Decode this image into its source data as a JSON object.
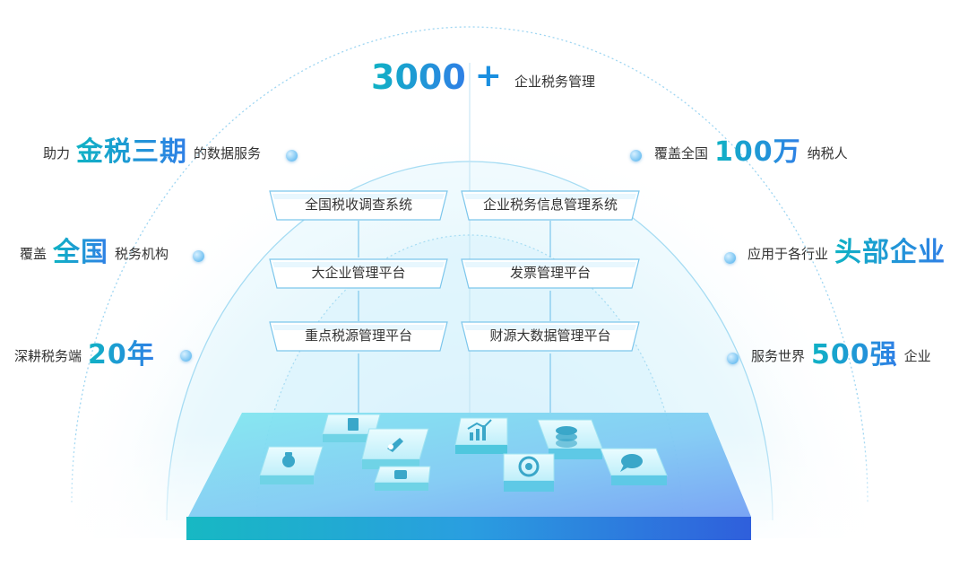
{
  "top_stat": {
    "value": "3000",
    "plus": "+",
    "label": "企业税务管理"
  },
  "left_stats": [
    {
      "prefix": "助力",
      "highlight": "金税三期",
      "suffix": "的数据服务"
    },
    {
      "prefix": "覆盖",
      "highlight": "全国",
      "suffix": "税务机构"
    },
    {
      "prefix": "深耕税务端",
      "highlight": "20年",
      "suffix": ""
    }
  ],
  "right_stats": [
    {
      "prefix": "覆盖全国",
      "highlight": "100万",
      "suffix": "纳税人"
    },
    {
      "prefix": "应用于各行业",
      "highlight": "头部企业",
      "suffix": ""
    },
    {
      "prefix": "服务世界",
      "highlight": "500强",
      "suffix": "企业"
    }
  ],
  "systems_left": [
    "全国税收调查系统",
    "大企业管理平台",
    "重点税源管理平台"
  ],
  "systems_right": [
    "企业税务信息管理系统",
    "发票管理平台",
    "财源大数据管理平台"
  ],
  "icons": [
    "money-bag-icon",
    "document-icon",
    "rocket-icon",
    "scale-icon",
    "chart-icon",
    "coin-stack-icon",
    "seal-icon",
    "chat-icon"
  ],
  "colors": {
    "accent_teal": "#0fb2c4",
    "accent_blue": "#2f7fe6",
    "platform_left": "#19b7c4",
    "platform_right": "#2a66e0"
  }
}
